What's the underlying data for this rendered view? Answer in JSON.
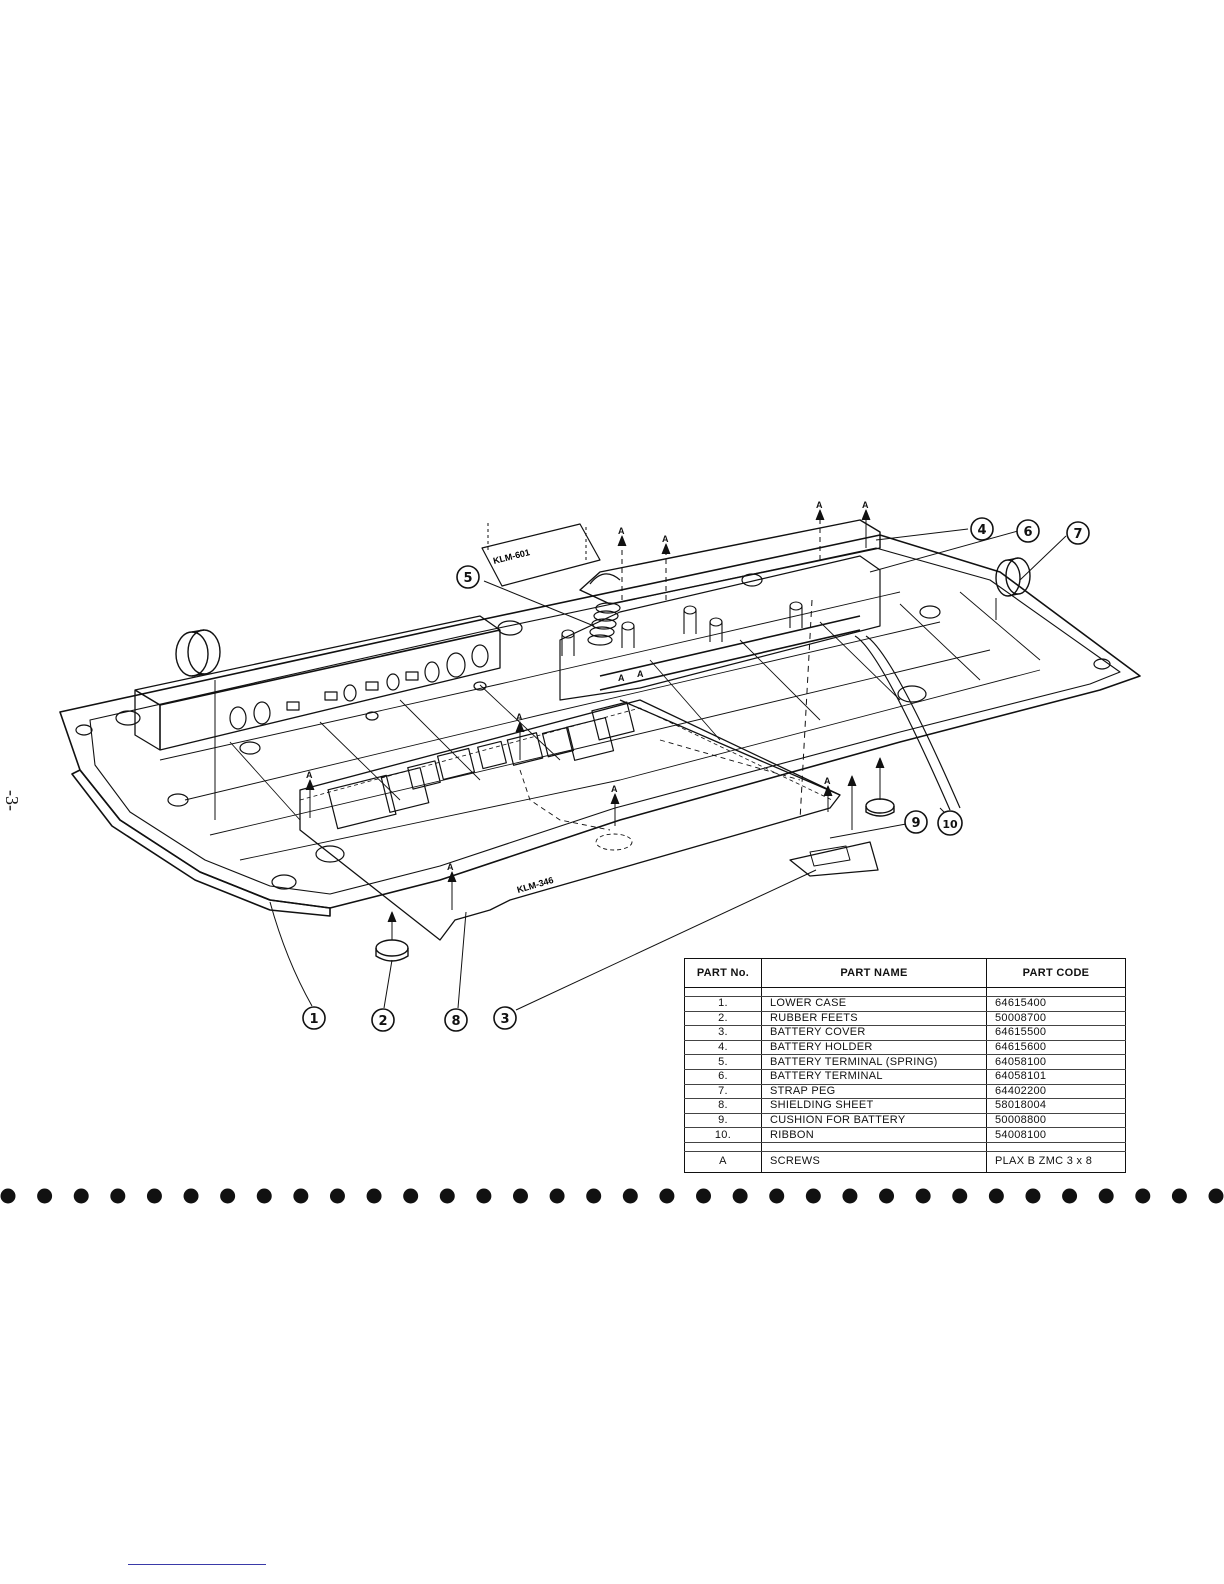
{
  "page_number": "-3-",
  "diagram": {
    "callouts": [
      "1",
      "2",
      "3",
      "4",
      "5",
      "6",
      "7",
      "8",
      "9",
      "10"
    ],
    "screw_marker": "A",
    "pcb_label": "KLM-346",
    "pcb_label_small": "KLM-601"
  },
  "parts_table": {
    "headers": {
      "no": "PART No.",
      "name": "PART NAME",
      "code": "PART CODE"
    },
    "rows": [
      {
        "no": "1.",
        "name": "LOWER CASE",
        "code": "64615400"
      },
      {
        "no": "2.",
        "name": "RUBBER FEETS",
        "code": "50008700"
      },
      {
        "no": "3.",
        "name": "BATTERY COVER",
        "code": "64615500"
      },
      {
        "no": "4.",
        "name": "BATTERY HOLDER",
        "code": "64615600"
      },
      {
        "no": "5.",
        "name": "BATTERY TERMINAL (SPRING)",
        "code": "64058100"
      },
      {
        "no": "6.",
        "name": "BATTERY TERMINAL",
        "code": "64058101"
      },
      {
        "no": "7.",
        "name": "STRAP PEG",
        "code": "64402200"
      },
      {
        "no": "8.",
        "name": "SHIELDING SHEET",
        "code": "58018004"
      },
      {
        "no": "9.",
        "name": "CUSHION FOR BATTERY",
        "code": "50008800"
      },
      {
        "no": "10.",
        "name": "RIBBON",
        "code": "54008100"
      }
    ],
    "last_row": {
      "no": "A",
      "name": "SCREWS",
      "code": "PLAX B ZMC 3 x 8"
    }
  },
  "footer": {
    "dot_count": 34
  }
}
